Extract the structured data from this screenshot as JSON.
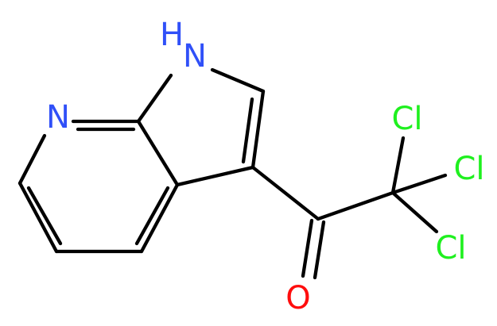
{
  "colors": {
    "bond": "#000000",
    "nitrogen": "#3050F8",
    "oxygen": "#FF0D0D",
    "chlorine": "#1FF01F"
  },
  "atoms": {
    "pyridine_n": "N",
    "pyrrole_nh": "H",
    "pyrrole_n": "N",
    "carbonyl_o": "O",
    "cl_1": "Cl",
    "cl_2": "Cl",
    "cl_3": "Cl"
  }
}
